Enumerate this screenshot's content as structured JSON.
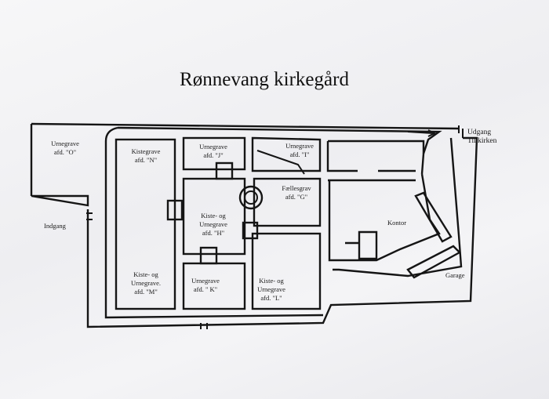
{
  "title": "Rønnevang kirkegård",
  "sections": {
    "O": [
      "Urnegrave",
      "afd. \"O\""
    ],
    "N": [
      "Kistegrave",
      "afd. \"N\""
    ],
    "J": [
      "Urnegrave",
      "afd. \"J\""
    ],
    "I": [
      "Urnegrave",
      "afd. \"I\""
    ],
    "G": [
      "Fællesgrav",
      "afd. \"G\""
    ],
    "H": [
      "Kiste- og",
      "Urnegrave",
      "afd. \"H\""
    ],
    "M": [
      "Kiste- og",
      "Urnegrave.",
      "afd. \"M\""
    ],
    "K": [
      "Urnegrave",
      "afd. \" K\""
    ],
    "L": [
      "Kiste- og",
      "Urnegrave",
      "afd. \"L\""
    ]
  },
  "labels": {
    "indgang": "Indgang",
    "udgang": "Udgang",
    "til_kirken": "Til kirken",
    "kontor": "Kontor",
    "garage": "Garage"
  },
  "colors": {
    "ink": "#151515",
    "paper": "#f1f1f3"
  }
}
